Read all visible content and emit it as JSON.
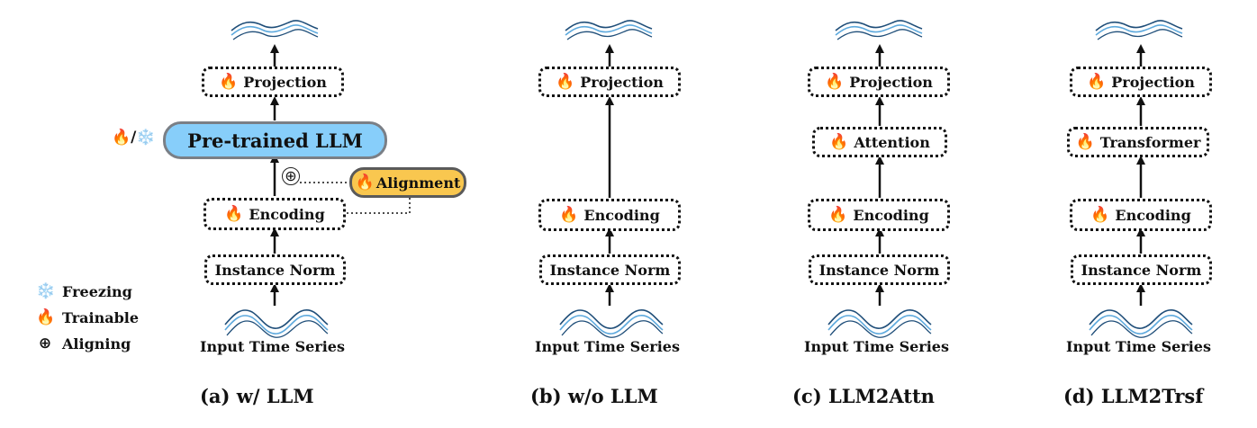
{
  "panels": {
    "a": {
      "caption": "(a) w/ LLM",
      "projection": "Projection",
      "llm": "Pre-trained LLM",
      "llm_status": "🔥/❄️",
      "alignment": "Alignment",
      "encoding": "Encoding",
      "instance_norm": "Instance Norm",
      "input": "Input Time Series"
    },
    "b": {
      "caption": "(b) w/o LLM",
      "projection": "Projection",
      "encoding": "Encoding",
      "instance_norm": "Instance Norm",
      "input": "Input Time Series"
    },
    "c": {
      "caption": "(c) LLM2Attn",
      "projection": "Projection",
      "attention": "Attention",
      "encoding": "Encoding",
      "instance_norm": "Instance Norm",
      "input": "Input Time Series"
    },
    "d": {
      "caption": "(d) LLM2Trsf",
      "projection": "Projection",
      "transformer": "Transformer",
      "encoding": "Encoding",
      "instance_norm": "Instance Norm",
      "input": "Input Time Series"
    }
  },
  "legend": {
    "freezing": "Freezing",
    "trainable": "Trainable",
    "aligning": "Aligning"
  },
  "icons": {
    "fire": "🔥",
    "snowflake": "❄️",
    "oplus": "⊕"
  },
  "colors": {
    "llm_fill": "#87cefa",
    "alignment_fill": "#f9c74f",
    "wave_dark": "#1f4e79",
    "wave_light": "#5da9dd"
  }
}
